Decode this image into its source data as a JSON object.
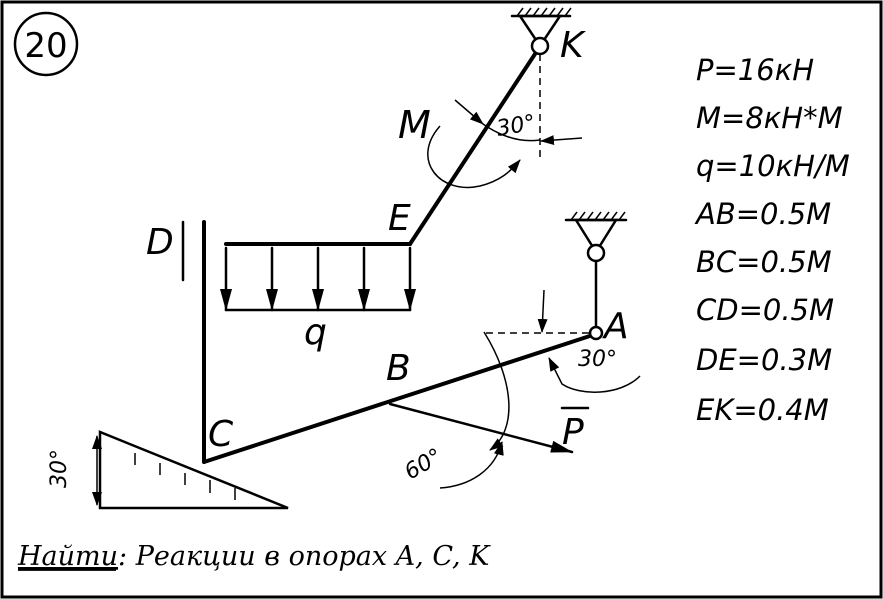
{
  "problem_number": "20",
  "points": {
    "A": "A",
    "B": "B",
    "C": "C",
    "D": "D",
    "E": "E",
    "K": "K"
  },
  "loads": {
    "moment": "M",
    "force": "P",
    "distributed": "q"
  },
  "angles": {
    "at_K": "30°",
    "at_A": "30°",
    "force_P": "60°",
    "incline_C": "30°"
  },
  "given": [
    "P=16кН",
    "M=8кН*М",
    "q=10кН/М",
    "AB=0.5М",
    "BC=0.5М",
    "CD=0.5М",
    "DE=0.3М",
    "EK=0.4М"
  ],
  "task": {
    "label": "Найти",
    "text": ": Реакции в опорах A, C, K"
  }
}
